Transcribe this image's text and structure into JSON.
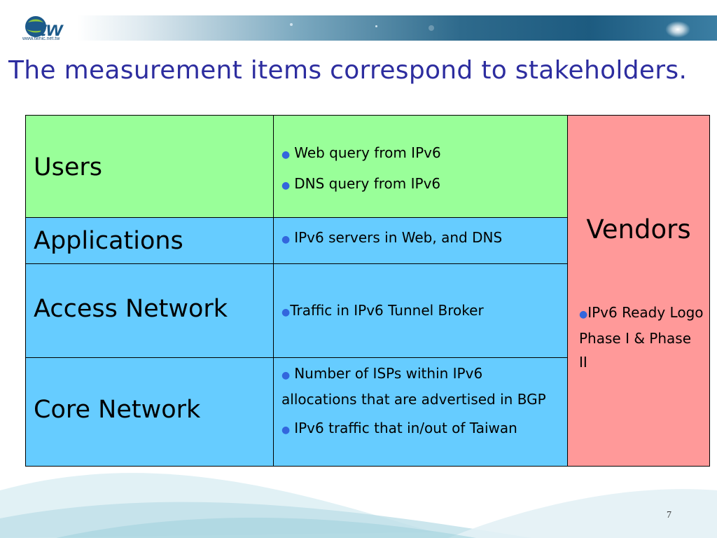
{
  "logo": {
    "icon": "twnic-globe-logo",
    "text": "tw",
    "url": "www.twnic.net.tw"
  },
  "slide": {
    "title": "The measurement items correspond to stakeholders.",
    "page_number": "7"
  },
  "table": {
    "rows": [
      {
        "stakeholder": "Users",
        "color": "#99ff99",
        "items": [
          "Web query from IPv6",
          "DNS query from IPv6"
        ]
      },
      {
        "stakeholder": "Applications",
        "color": "#66ccff",
        "items": [
          "IPv6 servers in Web, and DNS"
        ]
      },
      {
        "stakeholder": "Access Network",
        "color": "#66ccff",
        "items": [
          "Traffic in IPv6 Tunnel Broker"
        ]
      },
      {
        "stakeholder": "Core Network",
        "color": "#66ccff",
        "items": [
          "Number of ISPs within IPv6 allocations that are advertised in BGP",
          "IPv6 traffic that in/out of Taiwan"
        ]
      }
    ],
    "vendors": {
      "title": "Vendors",
      "color": "#ff9999",
      "items": [
        "IPv6 Ready Logo Phase I & Phase II"
      ]
    }
  },
  "colors": {
    "title": "#2d2d9f",
    "bullet": "#3366dd",
    "banner": "#1d5b80"
  }
}
